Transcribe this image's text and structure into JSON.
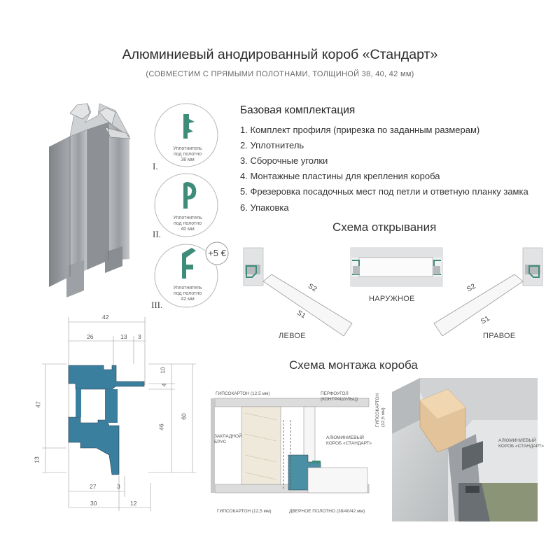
{
  "title": "Алюминиевый анодированный короб «Стандарт»",
  "subtitle": "(СОВМЕСТИМ С ПРЯМЫМИ ПОЛОТНАМИ, ТОЛЩИНОЙ 38, 40, 42 мм)",
  "base_heading": "Базовая комплектация",
  "base_items": [
    "1. Комплект профиля (прирезка по заданным размерам)",
    "2. Уплотнитель",
    "3. Сборочные уголки",
    "4. Монтажные пластины для крепления короба",
    "5. Фрезеровка посадочных мест под петли и ответную планку замка",
    "6. Упаковка"
  ],
  "seals": [
    {
      "numeral": "I.",
      "caption_1": "Уплотнитель",
      "caption_2": "под полотно",
      "caption_3": "38 мм"
    },
    {
      "numeral": "II.",
      "caption_1": "Уплотнитель",
      "caption_2": "под полотно",
      "caption_3": "40 мм"
    },
    {
      "numeral": "III.",
      "caption_1": "Уплотнитель",
      "caption_2": "под полотно",
      "caption_3": "42 мм"
    }
  ],
  "price_badge": "+5 €",
  "opening": {
    "heading": "Схема открывания",
    "left_label": "ЛЕВОЕ",
    "center_label": "НАРУЖНОЕ",
    "right_label": "ПРАВОЕ",
    "s1": "S1",
    "s2": "S2"
  },
  "dimensions": {
    "d42": "42",
    "d26": "26",
    "d13": "13",
    "d3a": "3",
    "d10": "10",
    "d4": "4",
    "d47": "47",
    "d46": "46",
    "d60": "60",
    "d13b": "13",
    "d27": "27",
    "d3b": "3",
    "d30": "30",
    "d12": "12"
  },
  "mount": {
    "heading": "Схема монтажа короба",
    "drywall_top": "ГИПСОКАРТОН (12,5 мм)",
    "perfougol_1": "ПЕРФОУГОЛ",
    "perfougol_2": "(КОНТРАШУЛЬЦ)",
    "beam_1": "ЗАКЛАДНОЙ",
    "beam_2": "БРУС",
    "box_1": "АЛЮМИНИЕВЫЙ",
    "box_2": "КОРОБ «СТАНДАРТ»",
    "drywall_bottom": "ГИПСОКАРТОН (12,5 мм)",
    "door_leaf": "ДВЕРНОЕ ПОЛОТНО (38/40/42 мм)",
    "drywall_3d_1": "ГИПСОКАРТОН",
    "drywall_3d_2": "(12,5 мм)",
    "box3d_1": "АЛЮМИНИЕВЫЙ",
    "box3d_2": "КОРОБ «СТАНДАРТ»"
  },
  "colors": {
    "seal_green": "#3e8c7a",
    "profile_blue": "#3b7f9e",
    "aluminium": "#9ea2a6"
  }
}
